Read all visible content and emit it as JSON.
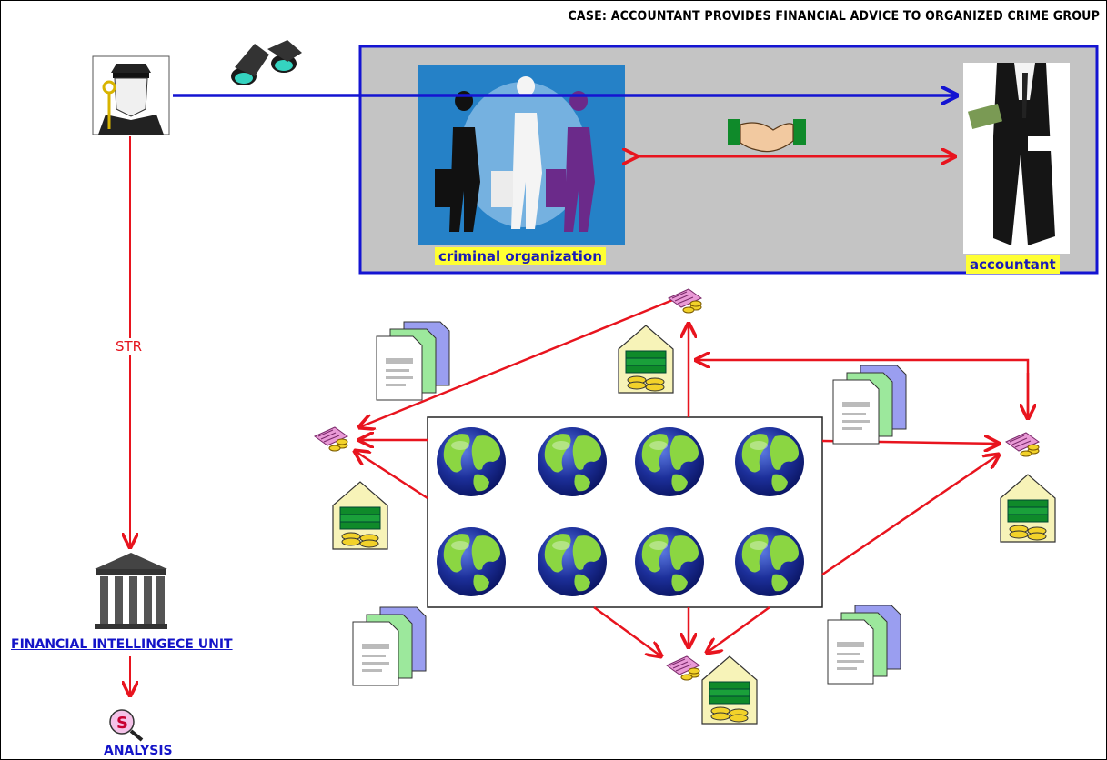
{
  "title": "CASE: ACCOUNTANT PROVIDES FINANCIAL ADVICE TO ORGANIZED CRIME GROUP",
  "labels": {
    "criminal_organization": "criminal organization",
    "accountant": "accountant",
    "str": "STR",
    "fiu": "FINANCIAL INTELLINGECE UNIT",
    "analysis": "ANALYSIS"
  },
  "colors": {
    "blue_line": "#1414d2",
    "red_arrow": "#e8141e",
    "box_fill": "#c4c4c4",
    "label_bg": "#ffff33"
  },
  "icons": [
    "police-officer-icon",
    "binoculars-icon",
    "handshake-icon",
    "globe-icon",
    "bank-building-icon",
    "search-analysis-icon",
    "calculator-coins-icon",
    "money-house-icon",
    "documents-icon"
  ]
}
